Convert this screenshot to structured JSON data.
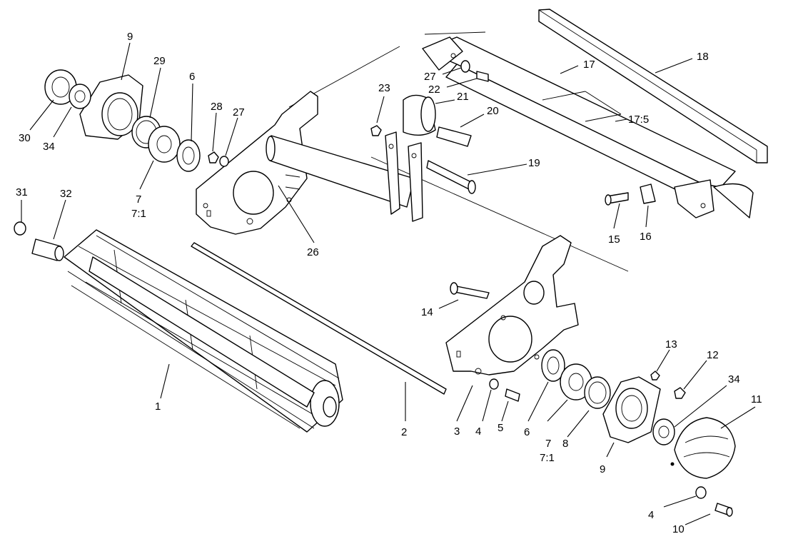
{
  "labels": {
    "l9a": "9",
    "l29": "29",
    "l6a": "6",
    "l28": "28",
    "l27a": "27",
    "l30": "30",
    "l34a": "34",
    "l7a": "7",
    "l7_1a": "7:1",
    "l31": "31",
    "l32": "32",
    "l26": "26",
    "l23": "23",
    "l27b": "27",
    "l22": "22",
    "l21": "21",
    "l20": "20",
    "l17": "17",
    "l18": "18",
    "l17_5": "17:5",
    "l19": "19",
    "l15": "15",
    "l16": "16",
    "l14": "14",
    "l1": "1",
    "l2": "2",
    "l3": "3",
    "l4a": "4",
    "l5": "5",
    "l6b": "6",
    "l7b": "7",
    "l7_1b": "7:1",
    "l8": "8",
    "l9b": "9",
    "l13": "13",
    "l12": "12",
    "l34b": "34",
    "l11": "11",
    "l4b": "4",
    "l10": "10"
  },
  "colors": {
    "line": "#000000",
    "background": "#ffffff"
  }
}
